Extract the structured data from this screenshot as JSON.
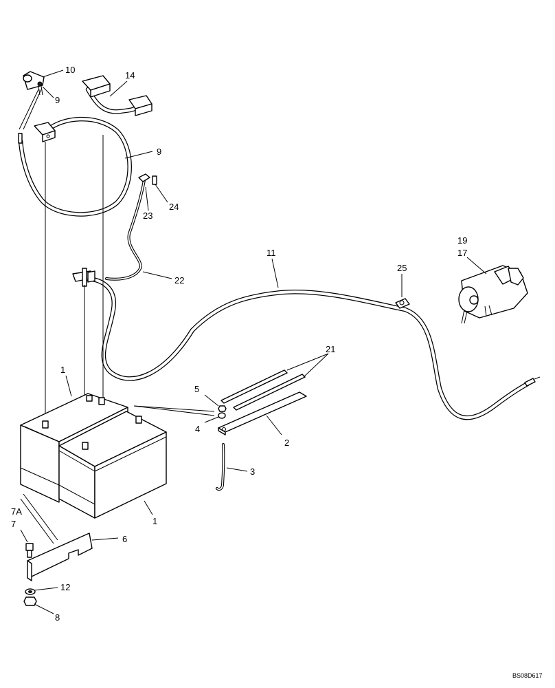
{
  "callouts": {
    "c1_top": "1",
    "c1_bottom": "1",
    "c2": "2",
    "c3": "3",
    "c4": "4",
    "c5": "5",
    "c6": "6",
    "c7a": "7A",
    "c7": "7",
    "c8": "8",
    "c9_top": "9",
    "c9_right": "9",
    "c10": "10",
    "c11": "11",
    "c12": "12",
    "c14": "14",
    "c17": "17",
    "c19": "19",
    "c21": "21",
    "c22": "22",
    "c23": "23",
    "c24": "24",
    "c25": "25"
  },
  "drawing_ref": "BS08D617"
}
